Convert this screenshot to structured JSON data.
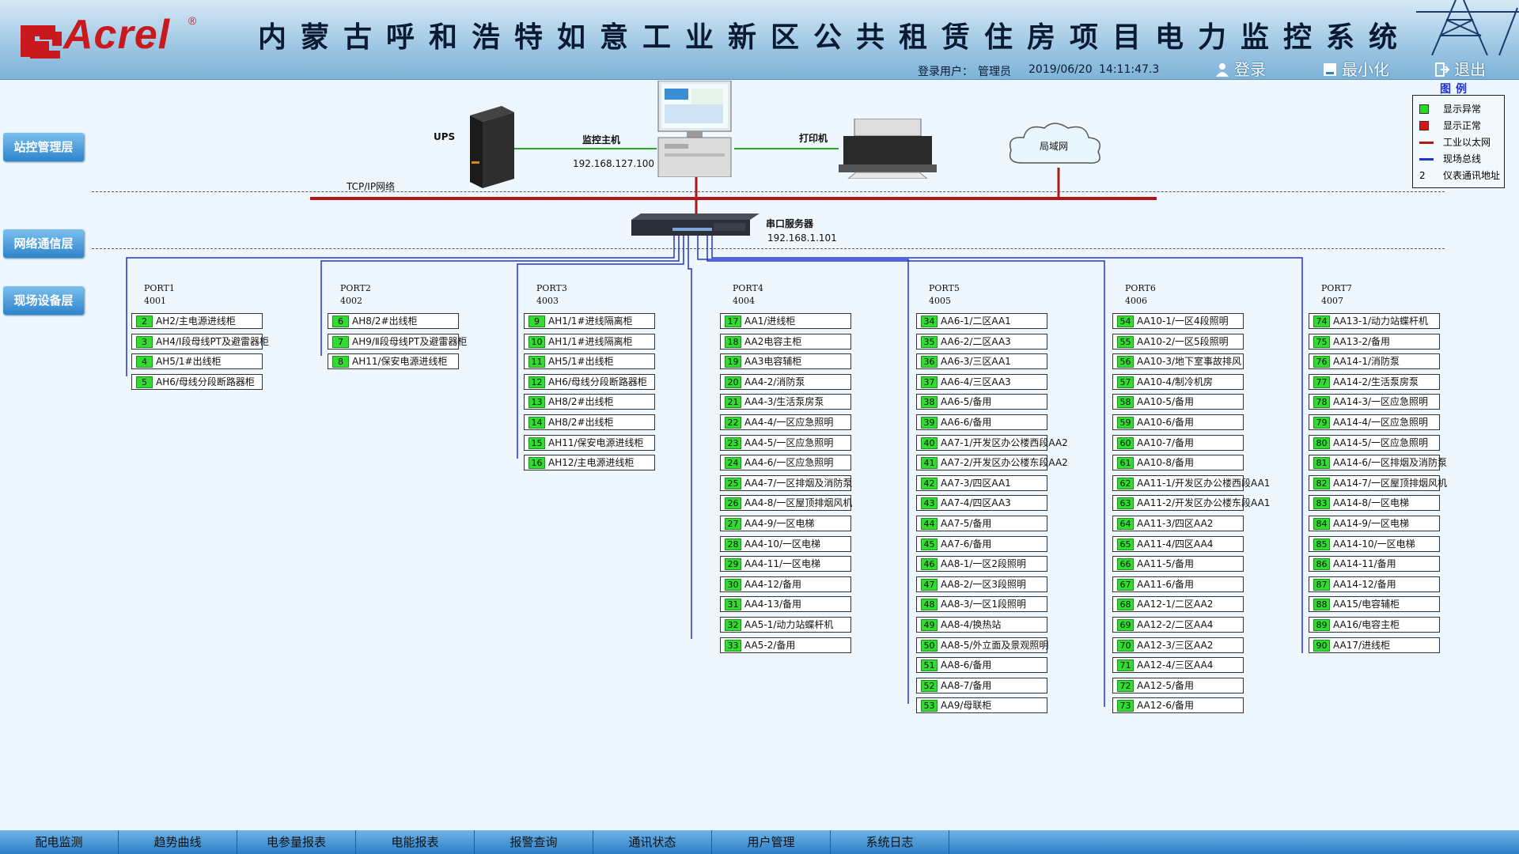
{
  "header": {
    "logo": "Acrel",
    "logo_reg": "®",
    "title": "内蒙古呼和浩特如意工业新区公共租赁住房项目电力监控系统",
    "login_user_label": "登录用户：",
    "login_user": "管理员",
    "date": "2019/06/20",
    "time": "14:11:47.3",
    "login_btn": "登录",
    "minimize_btn": "最小化",
    "exit_btn": "退出"
  },
  "layers": [
    "站控管理层",
    "网络通信层",
    "现场设备层"
  ],
  "legend": {
    "title": "图例",
    "items": [
      {
        "label": "显示异常",
        "symbol": "square",
        "color": "#22dd22"
      },
      {
        "label": "显示正常",
        "symbol": "square",
        "color": "#dd1111"
      },
      {
        "label": "工业以太网",
        "symbol": "line",
        "color": "#b01818"
      },
      {
        "label": "现场总线",
        "symbol": "line",
        "color": "#2233cc"
      },
      {
        "label": "仪表通讯地址",
        "symbol": "text",
        "text": "2"
      }
    ]
  },
  "devices": {
    "ups": "UPS",
    "host": "监控主机",
    "host_ip": "192.168.127.100",
    "printer": "打印机",
    "lan": "局域网",
    "tcp": "TCP/IP网络",
    "serial": "串口服务器",
    "serial_ip": "192.168.1.101"
  },
  "ports": [
    {
      "name": "PORT1",
      "num": "4001",
      "items": [
        {
          "id": "2",
          "label": "AH2/主电源进线柜"
        },
        {
          "id": "3",
          "label": "AH4/Ⅰ段母线PT及避雷器柜"
        },
        {
          "id": "4",
          "label": "AH5/1#出线柜"
        },
        {
          "id": "5",
          "label": "AH6/母线分段断路器柜"
        }
      ]
    },
    {
      "name": "PORT2",
      "num": "4002",
      "items": [
        {
          "id": "6",
          "label": "AH8/2#出线柜"
        },
        {
          "id": "7",
          "label": "AH9/Ⅱ段母线PT及避雷器柜"
        },
        {
          "id": "8",
          "label": "AH11/保安电源进线柜"
        }
      ]
    },
    {
      "name": "PORT3",
      "num": "4003",
      "items": [
        {
          "id": "9",
          "label": "AH1/1#进线隔离柜"
        },
        {
          "id": "10",
          "label": "AH1/1#进线隔离柜"
        },
        {
          "id": "11",
          "label": "AH5/1#出线柜"
        },
        {
          "id": "12",
          "label": "AH6/母线分段断路器柜"
        },
        {
          "id": "13",
          "label": "AH8/2#出线柜"
        },
        {
          "id": "14",
          "label": "AH8/2#出线柜"
        },
        {
          "id": "15",
          "label": "AH11/保安电源进线柜"
        },
        {
          "id": "16",
          "label": "AH12/主电源进线柜"
        }
      ]
    },
    {
      "name": "PORT4",
      "num": "4004",
      "items": [
        {
          "id": "17",
          "label": "AA1/进线柜"
        },
        {
          "id": "18",
          "label": "AA2电容主柜"
        },
        {
          "id": "19",
          "label": "AA3电容辅柜"
        },
        {
          "id": "20",
          "label": "AA4-2/消防泵"
        },
        {
          "id": "21",
          "label": "AA4-3/生活泵房泵"
        },
        {
          "id": "22",
          "label": "AA4-4/一区应急照明"
        },
        {
          "id": "23",
          "label": "AA4-5/一区应急照明"
        },
        {
          "id": "24",
          "label": "AA4-6/一区应急照明"
        },
        {
          "id": "25",
          "label": "AA4-7/一区排烟及消防泵"
        },
        {
          "id": "26",
          "label": "AA4-8/一区屋顶排烟风机"
        },
        {
          "id": "27",
          "label": "AA4-9/一区电梯"
        },
        {
          "id": "28",
          "label": "AA4-10/一区电梯"
        },
        {
          "id": "29",
          "label": "AA4-11/一区电梯"
        },
        {
          "id": "30",
          "label": "AA4-12/备用"
        },
        {
          "id": "31",
          "label": "AA4-13/备用"
        },
        {
          "id": "32",
          "label": "AA5-1/动力站蝶杆机"
        },
        {
          "id": "33",
          "label": "AA5-2/备用"
        }
      ]
    },
    {
      "name": "PORT5",
      "num": "4005",
      "items": [
        {
          "id": "34",
          "label": "AA6-1/二区AA1"
        },
        {
          "id": "35",
          "label": "AA6-2/二区AA3"
        },
        {
          "id": "36",
          "label": "AA6-3/三区AA1"
        },
        {
          "id": "37",
          "label": "AA6-4/三区AA3"
        },
        {
          "id": "38",
          "label": "AA6-5/备用"
        },
        {
          "id": "39",
          "label": "AA6-6/备用"
        },
        {
          "id": "40",
          "label": "AA7-1/开发区办公楼西段AA2"
        },
        {
          "id": "41",
          "label": "AA7-2/开发区办公楼东段AA2"
        },
        {
          "id": "42",
          "label": "AA7-3/四区AA1"
        },
        {
          "id": "43",
          "label": "AA7-4/四区AA3"
        },
        {
          "id": "44",
          "label": "AA7-5/备用"
        },
        {
          "id": "45",
          "label": "AA7-6/备用"
        },
        {
          "id": "46",
          "label": "AA8-1/一区2段照明"
        },
        {
          "id": "47",
          "label": "AA8-2/一区3段照明"
        },
        {
          "id": "48",
          "label": "AA8-3/一区1段照明"
        },
        {
          "id": "49",
          "label": "AA8-4/换热站"
        },
        {
          "id": "50",
          "label": "AA8-5/外立面及景观照明"
        },
        {
          "id": "51",
          "label": "AA8-6/备用"
        },
        {
          "id": "52",
          "label": "AA8-7/备用"
        },
        {
          "id": "53",
          "label": "AA9/母联柜"
        }
      ]
    },
    {
      "name": "PORT6",
      "num": "4006",
      "items": [
        {
          "id": "54",
          "label": "AA10-1/一区4段照明"
        },
        {
          "id": "55",
          "label": "AA10-2/一区5段照明"
        },
        {
          "id": "56",
          "label": "AA10-3/地下室事故排风"
        },
        {
          "id": "57",
          "label": "AA10-4/制冷机房"
        },
        {
          "id": "58",
          "label": "AA10-5/备用"
        },
        {
          "id": "59",
          "label": "AA10-6/备用"
        },
        {
          "id": "60",
          "label": "AA10-7/备用"
        },
        {
          "id": "61",
          "label": "AA10-8/备用"
        },
        {
          "id": "62",
          "label": "AA11-1/开发区办公楼西段AA1"
        },
        {
          "id": "63",
          "label": "AA11-2/开发区办公楼东段AA1"
        },
        {
          "id": "64",
          "label": "AA11-3/四区AA2"
        },
        {
          "id": "65",
          "label": "AA11-4/四区AA4"
        },
        {
          "id": "66",
          "label": "AA11-5/备用"
        },
        {
          "id": "67",
          "label": "AA11-6/备用"
        },
        {
          "id": "68",
          "label": "AA12-1/二区AA2"
        },
        {
          "id": "69",
          "label": "AA12-2/二区AA4"
        },
        {
          "id": "70",
          "label": "AA12-3/三区AA2"
        },
        {
          "id": "71",
          "label": "AA12-4/三区AA4"
        },
        {
          "id": "72",
          "label": "AA12-5/备用"
        },
        {
          "id": "73",
          "label": "AA12-6/备用"
        }
      ]
    },
    {
      "name": "PORT7",
      "num": "4007",
      "items": [
        {
          "id": "74",
          "label": "AA13-1/动力站蝶杆机"
        },
        {
          "id": "75",
          "label": "AA13-2/备用"
        },
        {
          "id": "76",
          "label": "AA14-1/消防泵"
        },
        {
          "id": "77",
          "label": "AA14-2/生活泵房泵"
        },
        {
          "id": "78",
          "label": "AA14-3/一区应急照明"
        },
        {
          "id": "79",
          "label": "AA14-4/一区应急照明"
        },
        {
          "id": "80",
          "label": "AA14-5/一区应急照明"
        },
        {
          "id": "81",
          "label": "AA14-6/一区排烟及消防泵"
        },
        {
          "id": "82",
          "label": "AA14-7/一区屋顶排烟风机"
        },
        {
          "id": "83",
          "label": "AA14-8/一区电梯"
        },
        {
          "id": "84",
          "label": "AA14-9/一区电梯"
        },
        {
          "id": "85",
          "label": "AA14-10/一区电梯"
        },
        {
          "id": "86",
          "label": "AA14-11/备用"
        },
        {
          "id": "87",
          "label": "AA14-12/备用"
        },
        {
          "id": "88",
          "label": "AA15/电容辅柜"
        },
        {
          "id": "89",
          "label": "AA16/电容主柜"
        },
        {
          "id": "90",
          "label": "AA17/进线柜"
        }
      ]
    }
  ],
  "nav": [
    "配电监测",
    "趋势曲线",
    "电参量报表",
    "电能报表",
    "报警查询",
    "通讯状态",
    "用户管理",
    "系统日志"
  ]
}
